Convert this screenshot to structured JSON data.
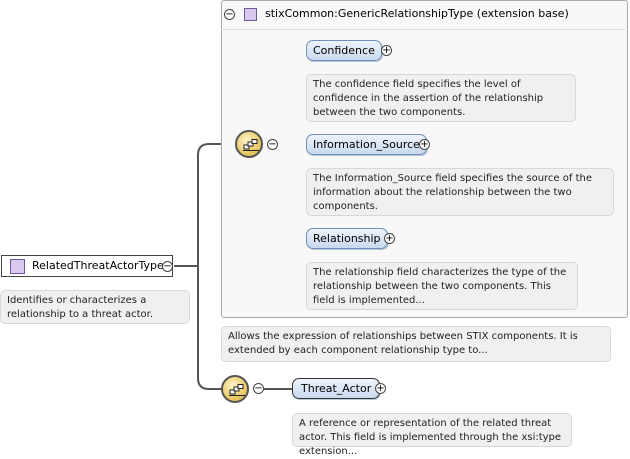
{
  "root": {
    "label": "RelatedThreatActorType",
    "doc": "Identifies or characterizes a relationship to a threat actor."
  },
  "extension": {
    "label": "stixCommon:GenericRelationshipType (extension base)",
    "doc": "Allows the expression of relationships between STIX components. It is extended by each component relationship type to..."
  },
  "elements": [
    {
      "label": "Confidence",
      "doc": "The confidence field specifies the level of confidence in the assertion of the relationship between the two components."
    },
    {
      "label": "Information_Source",
      "doc": "The Information_Source field specifies the source of the information about the relationship between the two components."
    },
    {
      "label": "Relationship",
      "doc": "The relationship field characterizes the type of the relationship between the two components. This field is implemented..."
    }
  ],
  "threat_actor": {
    "label": "Threat_Actor",
    "doc": "A reference or representation of the related threat actor. This field is implemented through the xsi:type extension..."
  },
  "icons": {
    "complex_type": "complex-type-icon",
    "sequence": "sequence-compositor-icon",
    "collapse": "minus-icon",
    "expand": "plus-icon"
  }
}
